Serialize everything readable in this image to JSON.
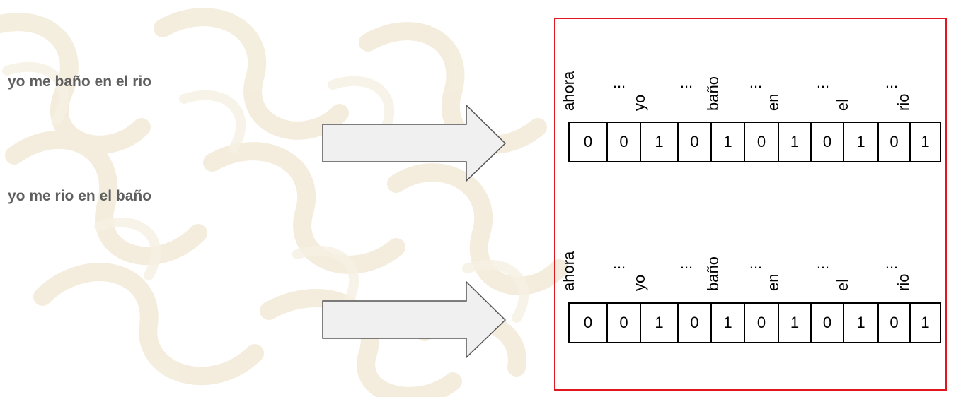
{
  "sentences": {
    "first": "yo me baño en el rio",
    "second": "yo me rio en el baño"
  },
  "vectors": [
    {
      "labels": [
        "ahora",
        "yo",
        "baño",
        "en",
        "el",
        "rio"
      ],
      "ellipsis": [
        "...",
        "...",
        "...",
        "...",
        "..."
      ],
      "values": [
        "0",
        "0",
        "1",
        "0",
        "1",
        "0",
        "1",
        "0",
        "1",
        "0",
        "1"
      ]
    },
    {
      "labels": [
        "ahora",
        "yo",
        "baño",
        "en",
        "el",
        "rio"
      ],
      "ellipsis": [
        "...",
        "...",
        "...",
        "...",
        "..."
      ],
      "values": [
        "0",
        "0",
        "1",
        "0",
        "1",
        "0",
        "1",
        "0",
        "1",
        "0",
        "1"
      ]
    }
  ],
  "colors": {
    "frame": "#e0171f",
    "sentence_text": "#5f5f5f",
    "arrow_fill": "#f0f0f0",
    "arrow_stroke": "#555555",
    "pattern": "#f3ecdb"
  }
}
